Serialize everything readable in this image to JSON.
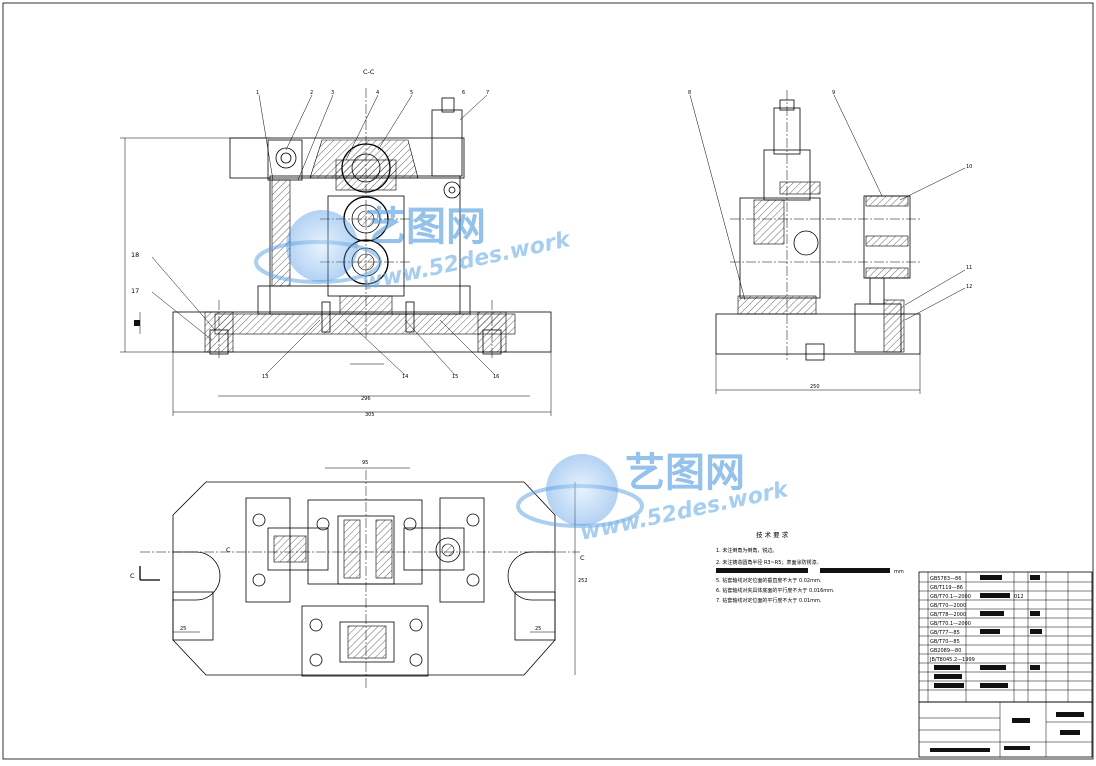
{
  "section_label": "C-C",
  "balloons": {
    "top": [
      "1",
      "2",
      "3",
      "4",
      "5",
      "6",
      "7"
    ],
    "side_top": [
      "8",
      "9"
    ],
    "side_right": [
      "10",
      "11",
      "12"
    ],
    "left": [
      "18",
      "17"
    ],
    "bottom": [
      "13",
      "14",
      "15",
      "16"
    ]
  },
  "section_marker": "C",
  "tech_requirements": {
    "title": "技 术 要 求",
    "items": [
      "1. 未注倒角为倒角，锐边。",
      "2. 未注铸造圆角半径 R3~R5；表面涂防锈漆。",
      "5. 钻套轴线对定位面的垂直度不大于 0.02mm.",
      "6. 钻套轴线对夹具体底面的平行度不大于 0.016mm.",
      "7. 钻套轴线对定位面的平行度不大于 0.01mm."
    ],
    "unit": "mm"
  },
  "bom_codes": [
    "GB5783—86",
    "GB/T119—86",
    "GB/T70.1—2000",
    "GB/T70—2000",
    "GB/T78—2000",
    "GB/T70.1—2000",
    "GB/T77—85",
    "GB/T70—85",
    "GB2089—80",
    "JB/T8045.2—1999"
  ],
  "bom_part_code": "012",
  "watermark": {
    "brand": "艺图网",
    "url": "www.52des.work"
  }
}
